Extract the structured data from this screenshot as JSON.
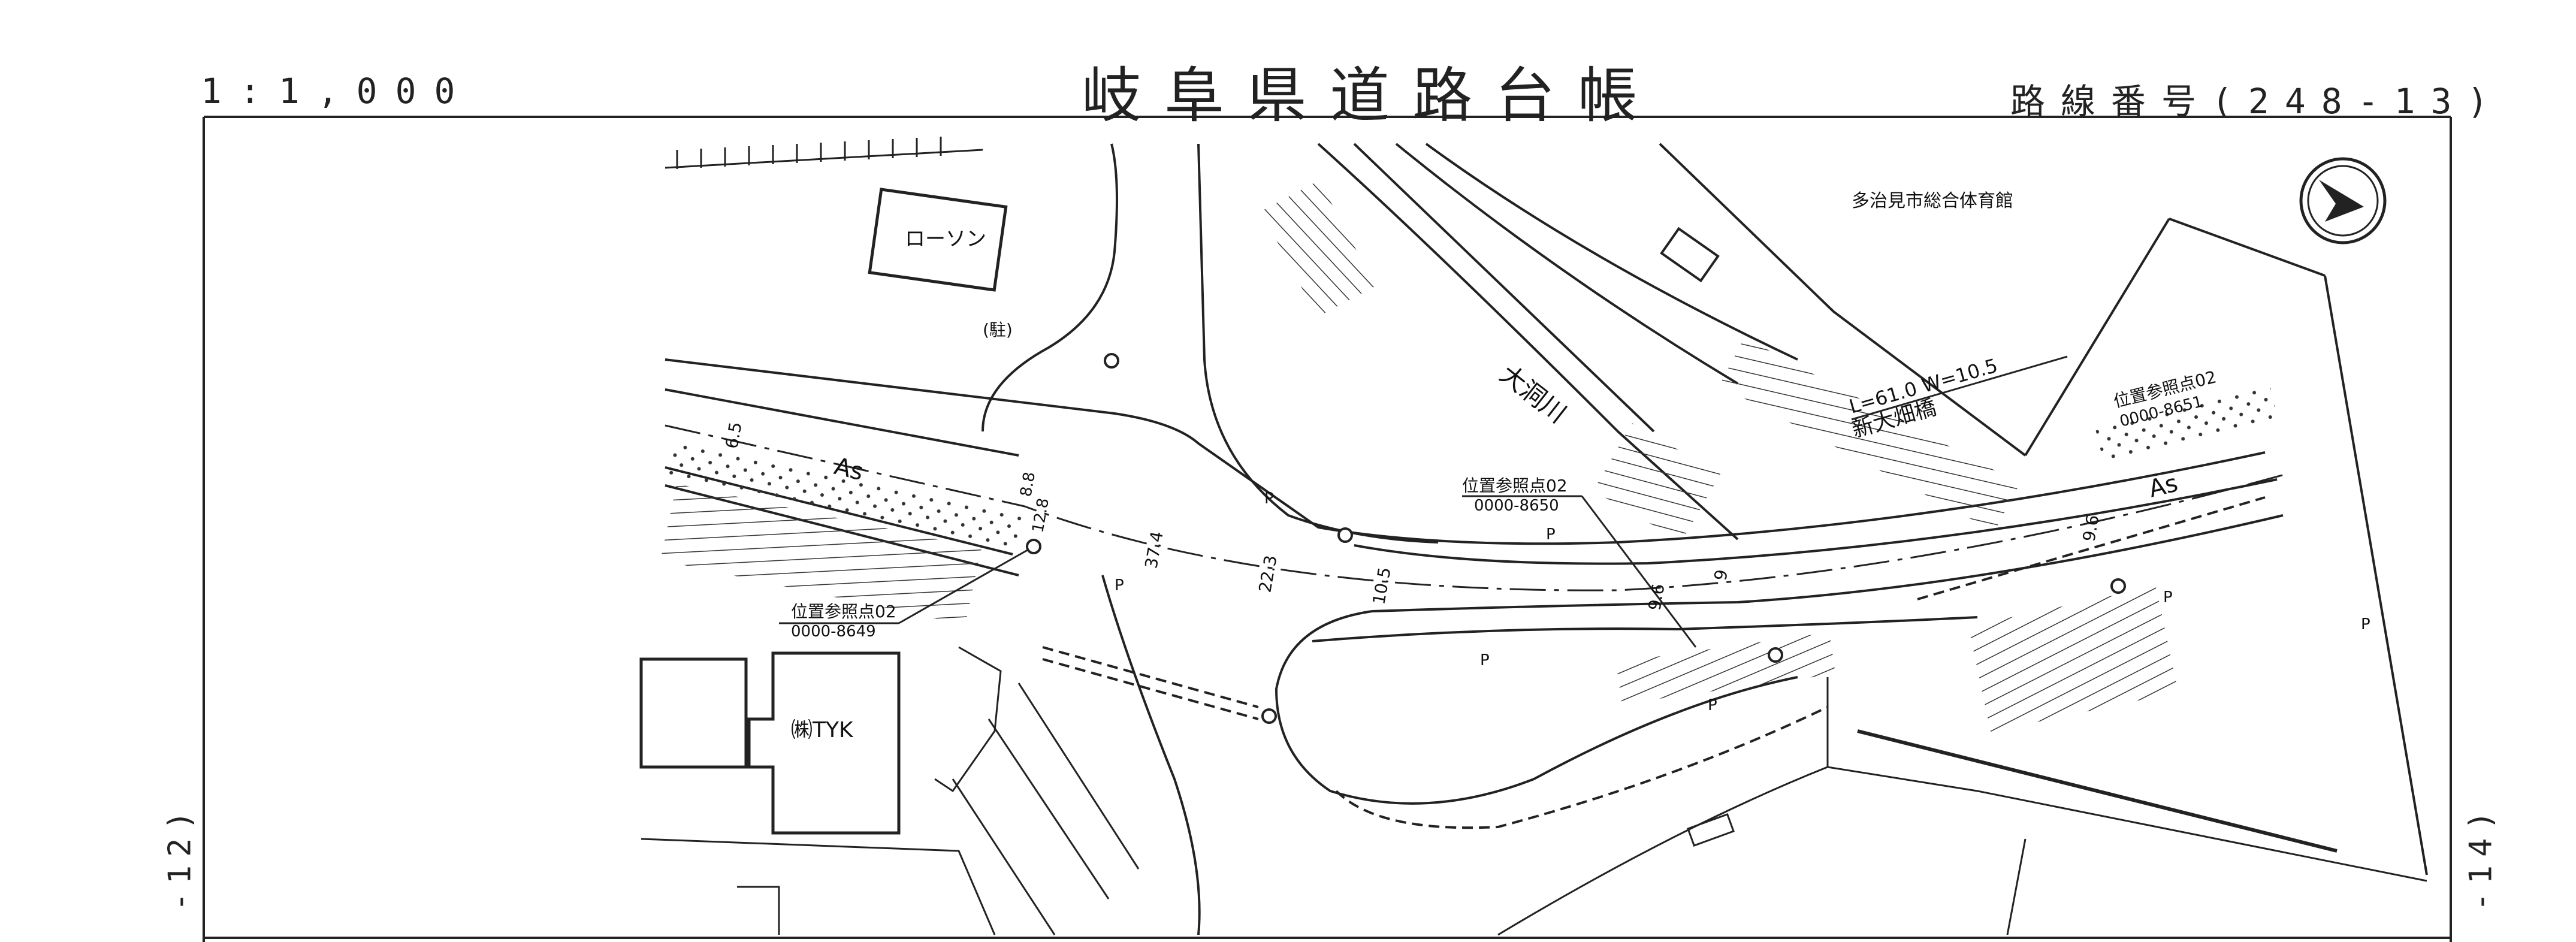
{
  "header": {
    "scale": "1:1,000",
    "title": "岐阜県道路台帳",
    "route_number": "路線番号(248-13)"
  },
  "sheet_refs": {
    "left": "-12)",
    "right": "-14)"
  },
  "map": {
    "buildings": {
      "lawson": "ローソン",
      "parking": "(駐)",
      "tyk": "㈱TYK",
      "gymnasium": "多治見市総合体育館"
    },
    "river": "大洞川",
    "bridge": {
      "name": "新大畑橋",
      "spec": "L=61.0  W=10.5"
    },
    "surface_labels": [
      "As",
      "As"
    ],
    "reference_points": [
      {
        "label": "位置参照点02",
        "code": "0000-8649"
      },
      {
        "label": "位置参照点02",
        "code": "0000-8650"
      },
      {
        "label": "位置参照点02",
        "code": "0000-8651"
      }
    ],
    "widths": [
      "6.5",
      "8.8",
      "12.8",
      "37.4",
      "22.3",
      "10.5",
      "9.6",
      "9",
      "9.6"
    ],
    "p_marks": [
      "P",
      "P",
      "P",
      "P",
      "P",
      "P",
      "P"
    ],
    "compass": "north-arrow"
  }
}
